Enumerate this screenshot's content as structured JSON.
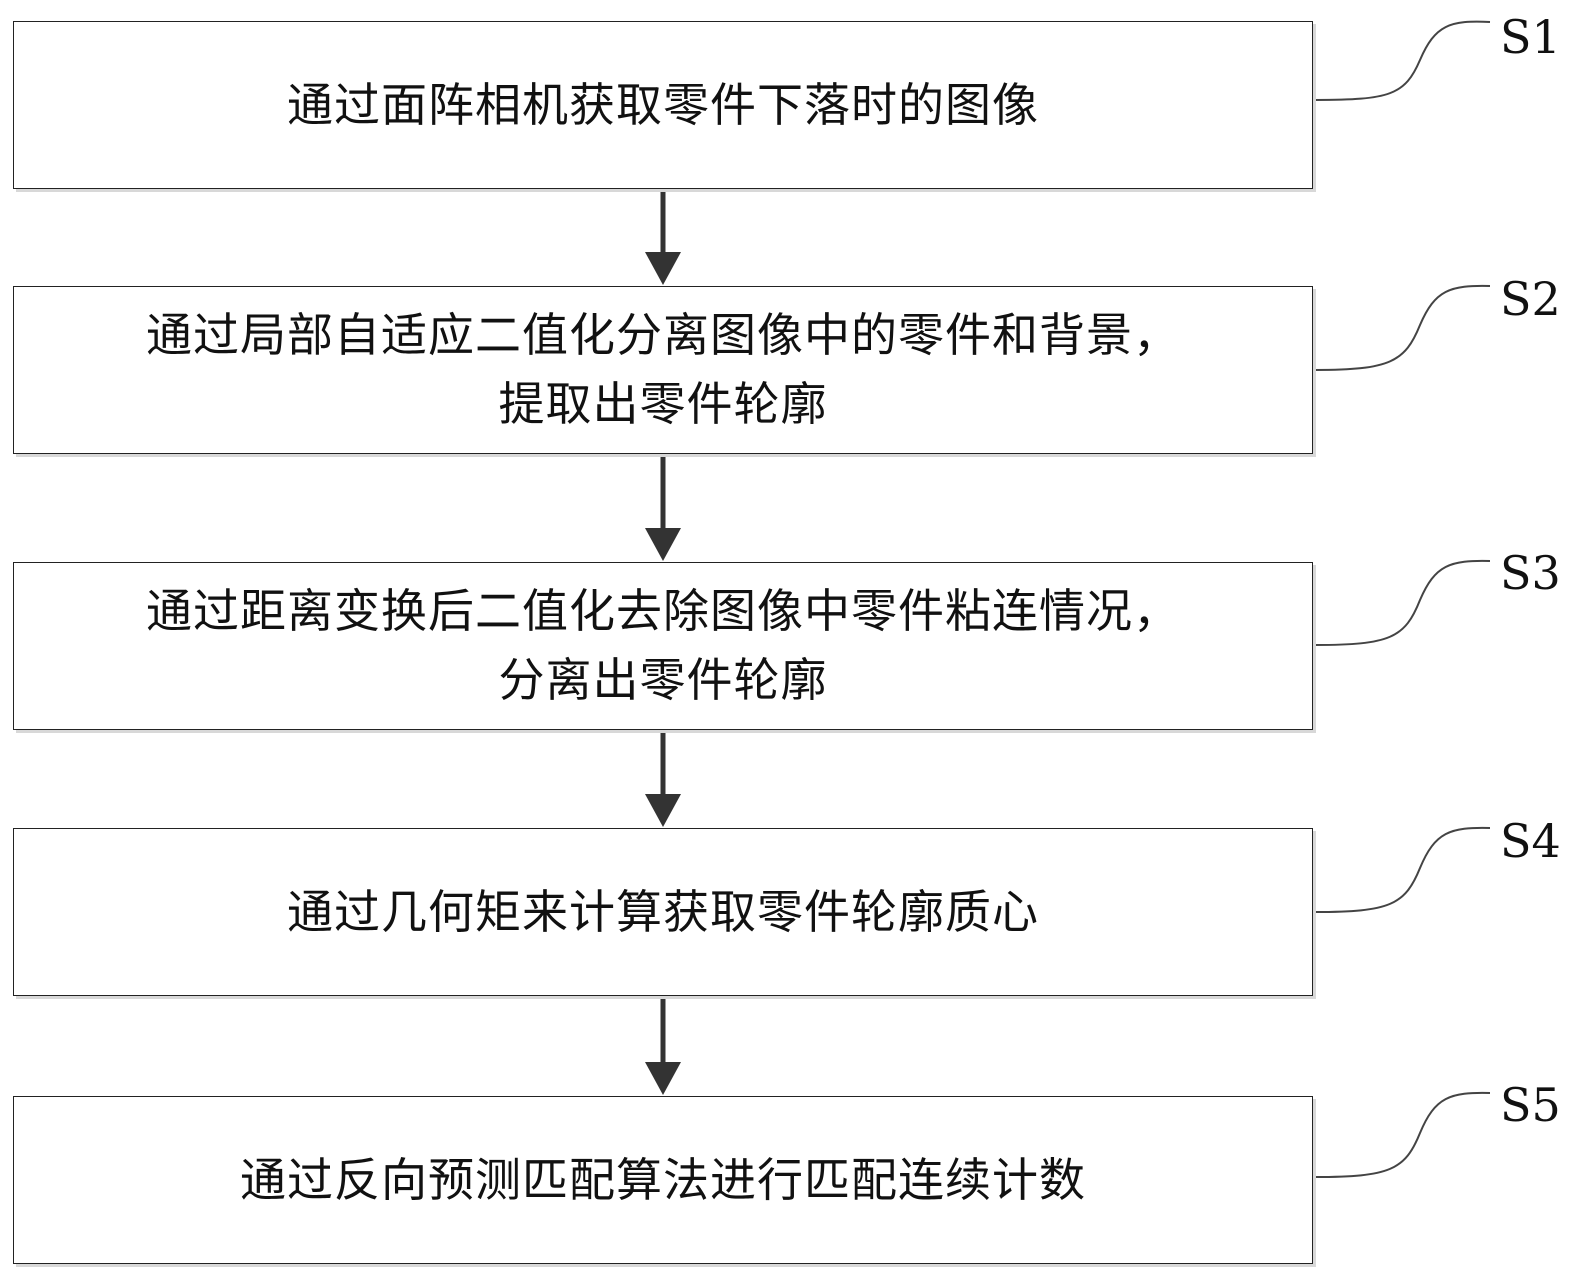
{
  "steps": [
    {
      "label": "S1",
      "text": "通过面阵相机获取零件下落时的图像"
    },
    {
      "label": "S2",
      "text": "通过局部自适应二值化分离图像中的零件和背景，\n提取出零件轮廓"
    },
    {
      "label": "S3",
      "text": "通过距离变换后二值化去除图像中零件粘连情况，\n分离出零件轮廓"
    },
    {
      "label": "S4",
      "text": "通过几何矩来计算获取零件轮廓质心"
    },
    {
      "label": "S5",
      "text": "通过反向预测匹配算法进行匹配连续计数"
    }
  ]
}
